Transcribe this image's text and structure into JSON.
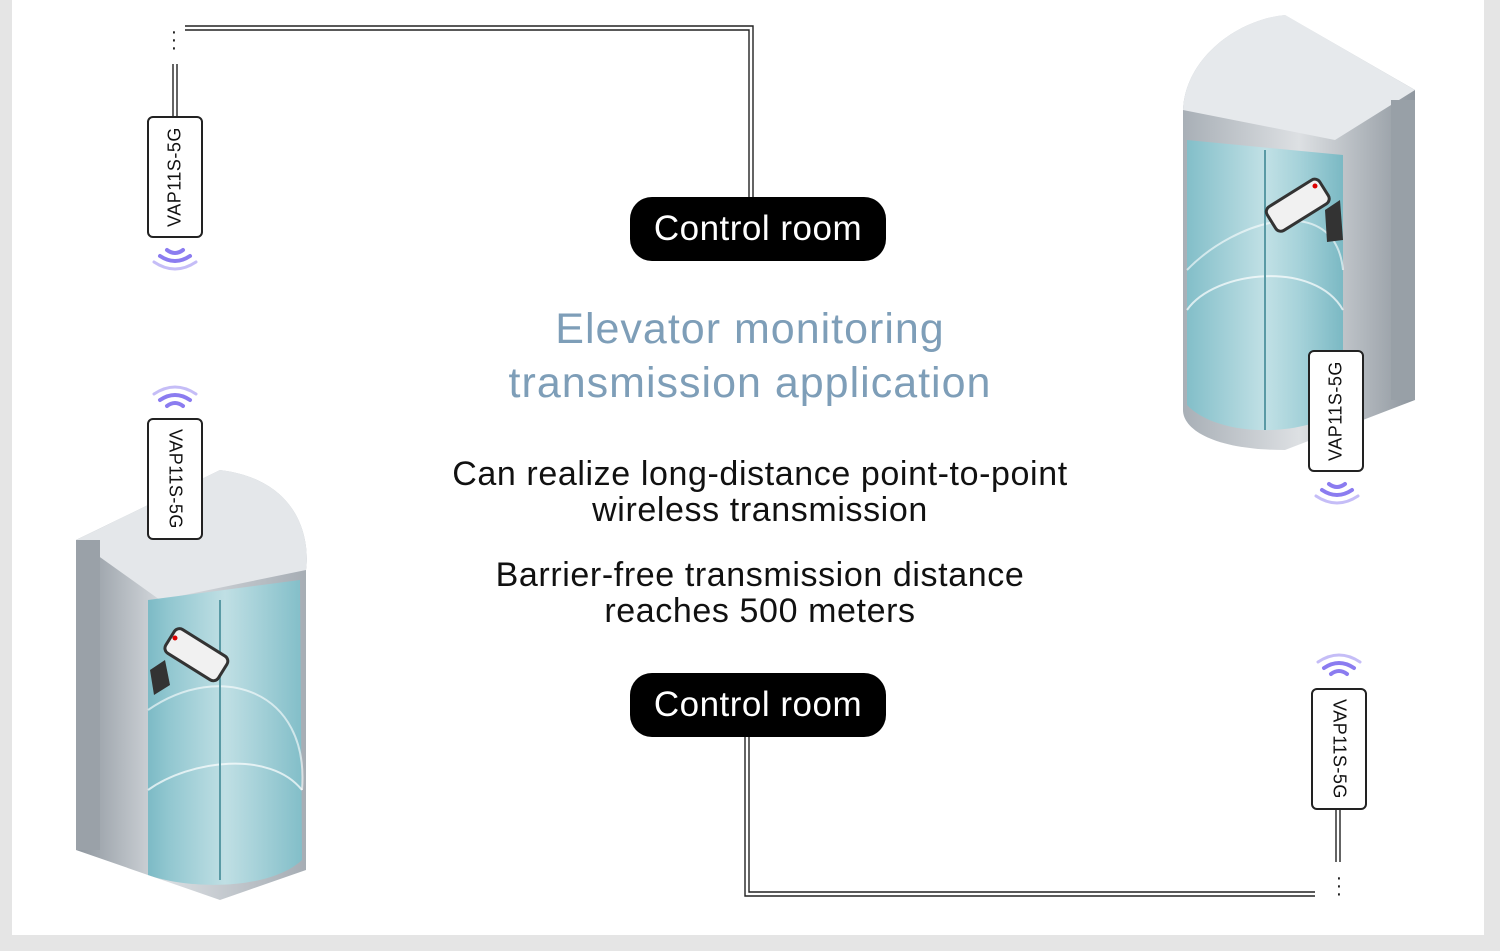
{
  "control_room_top": "Control room",
  "control_room_bottom": "Control room",
  "title_line1": "Elevator monitoring",
  "title_line2": "transmission application",
  "desc1_line1": "Can realize long-distance point-to-point",
  "desc1_line2": "wireless transmission",
  "desc2_line1": "Barrier-free transmission distance",
  "desc2_line2": "reaches 500 meters",
  "devices": [
    "VAP11S-5G",
    "VAP11S-5G",
    "VAP11S-5G",
    "VAP11S-5G"
  ],
  "colors": {
    "wifi": "#8b7cf0",
    "title": "#7e9eb8",
    "glass": "#9fd4dc",
    "metal": "#b9c0c7"
  }
}
